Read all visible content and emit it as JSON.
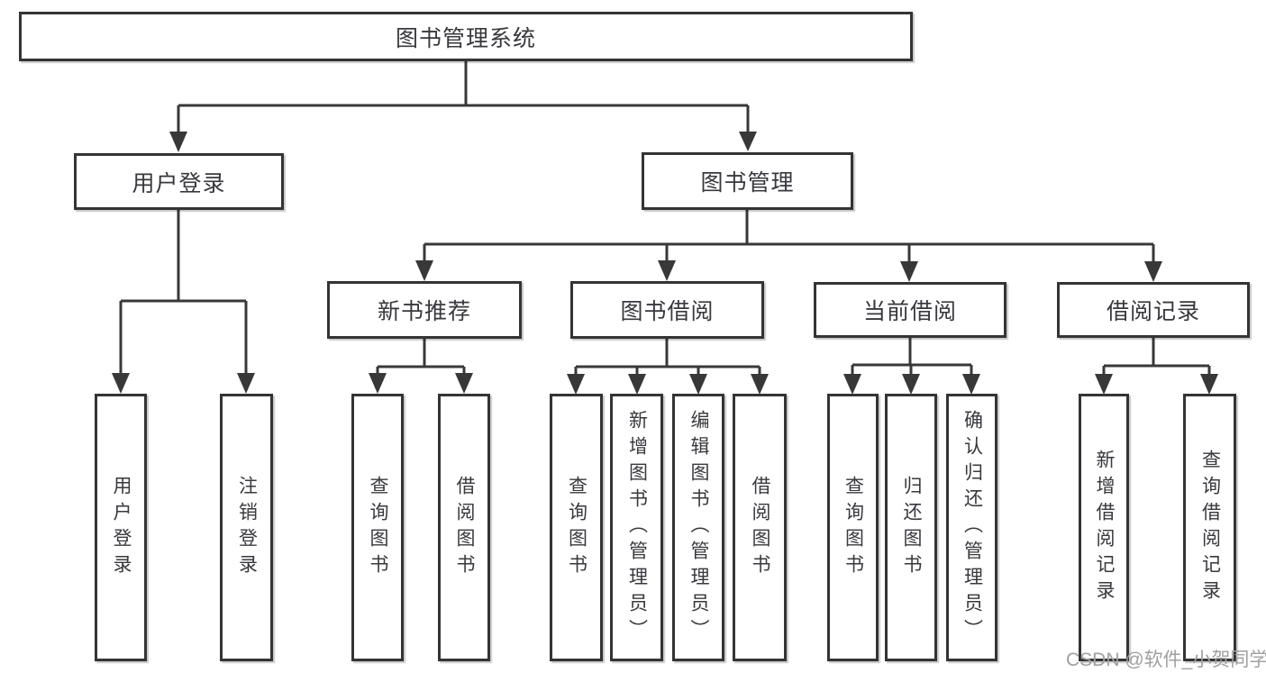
{
  "diagram": {
    "root": {
      "label": "图书管理系统"
    },
    "level2": {
      "user_login": {
        "label": "用户登录"
      },
      "book_management": {
        "label": "图书管理"
      }
    },
    "level3": {
      "new_book_recommend": {
        "label": "新书推荐"
      },
      "book_borrowing": {
        "label": "图书借阅"
      },
      "current_borrowing": {
        "label": "当前借阅"
      },
      "borrowing_records": {
        "label": "借阅记录"
      }
    },
    "leaves": {
      "user_login": {
        "label": "用户登录"
      },
      "logout": {
        "label": "注销登录"
      },
      "nbr_query_books": {
        "label": "查询图书"
      },
      "nbr_borrow_books": {
        "label": "借阅图书"
      },
      "bb_query_books": {
        "label": "查询图书"
      },
      "bb_add_books_admin": {
        "label": "新增图书（管理员）"
      },
      "bb_edit_books_admin": {
        "label": "编辑图书（管理员）"
      },
      "bb_borrow_books": {
        "label": "借阅图书"
      },
      "cb_query_books": {
        "label": "查询图书"
      },
      "cb_return_books": {
        "label": "归还图书"
      },
      "cb_confirm_return_admin": {
        "label": "确认归还（管理员）"
      },
      "br_add_record": {
        "label": "新增借阅记录"
      },
      "br_query_record": {
        "label": "查询借阅记录"
      }
    }
  },
  "watermark": {
    "text": "CSDN @软件_小贺同学"
  },
  "colors": {
    "line": "#383838",
    "box_border": "#343434",
    "text": "#38383e",
    "watermark": "#a0a0a0",
    "background": "#ffffff"
  }
}
